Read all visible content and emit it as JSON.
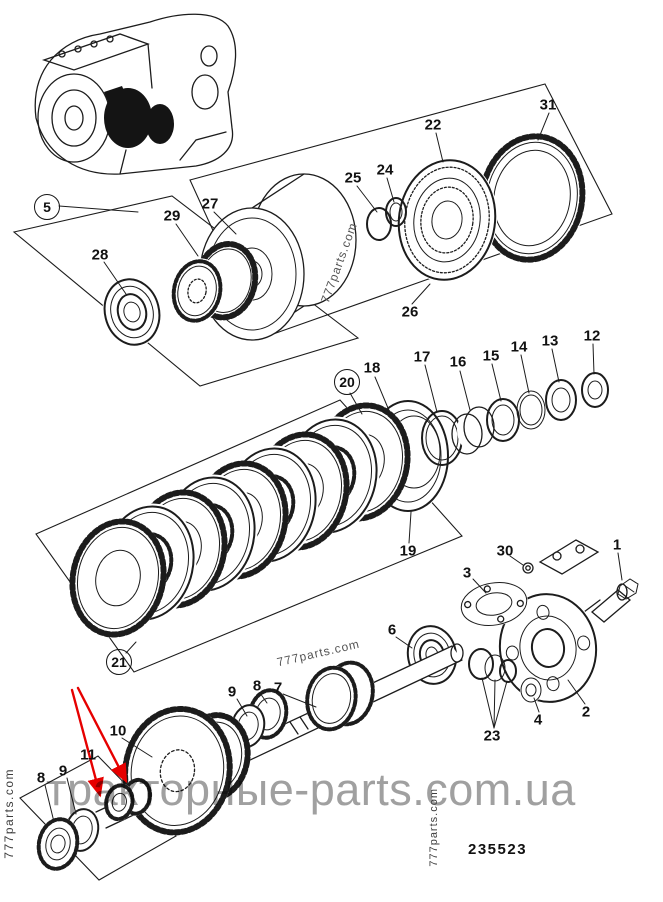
{
  "part_number": "235523",
  "watermarks": {
    "left_vertical": "777parts.com",
    "upper_diagonal": "777parts.com",
    "mid_diagonal": "777parts.com",
    "bottom_vertical": "777parts.com",
    "banner": "тракторные-parts.com.ua"
  },
  "callouts": [
    {
      "label": "5"
    },
    {
      "label": "28"
    },
    {
      "label": "29"
    },
    {
      "label": "27"
    },
    {
      "label": "25"
    },
    {
      "label": "24"
    },
    {
      "label": "22"
    },
    {
      "label": "31"
    },
    {
      "label": "26"
    },
    {
      "label": "20"
    },
    {
      "label": "18"
    },
    {
      "label": "17"
    },
    {
      "label": "16"
    },
    {
      "label": "15"
    },
    {
      "label": "14"
    },
    {
      "label": "13"
    },
    {
      "label": "12"
    },
    {
      "label": "19"
    },
    {
      "label": "21"
    },
    {
      "label": "30"
    },
    {
      "label": "3"
    },
    {
      "label": "1"
    },
    {
      "label": "6"
    },
    {
      "label": "2"
    },
    {
      "label": "4"
    },
    {
      "label": "23"
    },
    {
      "label": "7"
    },
    {
      "label": "8"
    },
    {
      "label": "9"
    },
    {
      "label": "10"
    },
    {
      "label": "11"
    },
    {
      "label": "9"
    },
    {
      "label": "8"
    }
  ]
}
